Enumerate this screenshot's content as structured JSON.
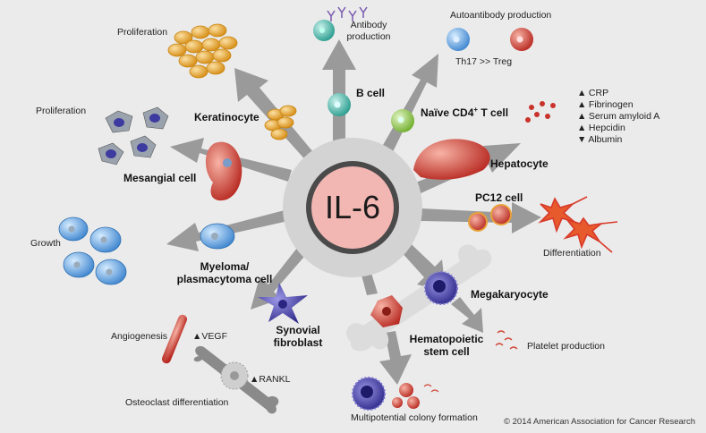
{
  "hub": "IL-6",
  "cells": {
    "keratinocyte": "Keratinocyte",
    "b_cell": "B cell",
    "naive_cd4_prefix": "Naïve CD4",
    "naive_cd4_sup": "+",
    "naive_cd4_suffix": " T cell",
    "hepatocyte": "Hepatocyte",
    "pc12": "PC12 cell",
    "mesangial": "Mesangial cell",
    "myeloma_1": "Myeloma/",
    "myeloma_2": "plasmacytoma cell",
    "megakaryocyte": "Megakaryocyte",
    "synovial_1": "Synovial",
    "synovial_2": "fibroblast",
    "hsc_1": "Hematopoietic",
    "hsc_2": "stem cell"
  },
  "effects": {
    "proliferation_top": "Proliferation",
    "antibody_1": "Antibody",
    "antibody_2": "production",
    "autoantibody": "Autoantibody production",
    "th17_treg": "Th17 >> Treg",
    "proliferation_left": "Proliferation",
    "growth": "Growth",
    "differentiation": "Differentiation",
    "angiogenesis": "Angiogenesis",
    "vegf": "VEGF",
    "rankl": "RANKL",
    "osteoclast": "Osteoclast differentiation",
    "multipotential": "Multipotential colony formation",
    "platelet": "Platelet production"
  },
  "acute_phase": [
    {
      "marker": "▲",
      "label": "CRP"
    },
    {
      "marker": "▲",
      "label": "Fibrinogen"
    },
    {
      "marker": "▲",
      "label": "Serum amyloid A"
    },
    {
      "marker": "▲",
      "label": "Hepcidin"
    },
    {
      "marker": "▼",
      "label": "Albumin"
    }
  ],
  "up_marker": "▲",
  "copyright": "© 2014 American Association for Cancer Research",
  "colors": {
    "background": "#ebebeb",
    "arrow": "#9a9a9a",
    "hub_ring": "#d3d3d3",
    "hub_fill": "#f0b8b6",
    "keratinocyte": "#f2b431",
    "b_cell": "#3fb3a6",
    "naive_t": "#8ec63f",
    "red_cell": "#c9332b",
    "blue_cell": "#5d9bd6",
    "purple_cell": "#3a3598"
  }
}
